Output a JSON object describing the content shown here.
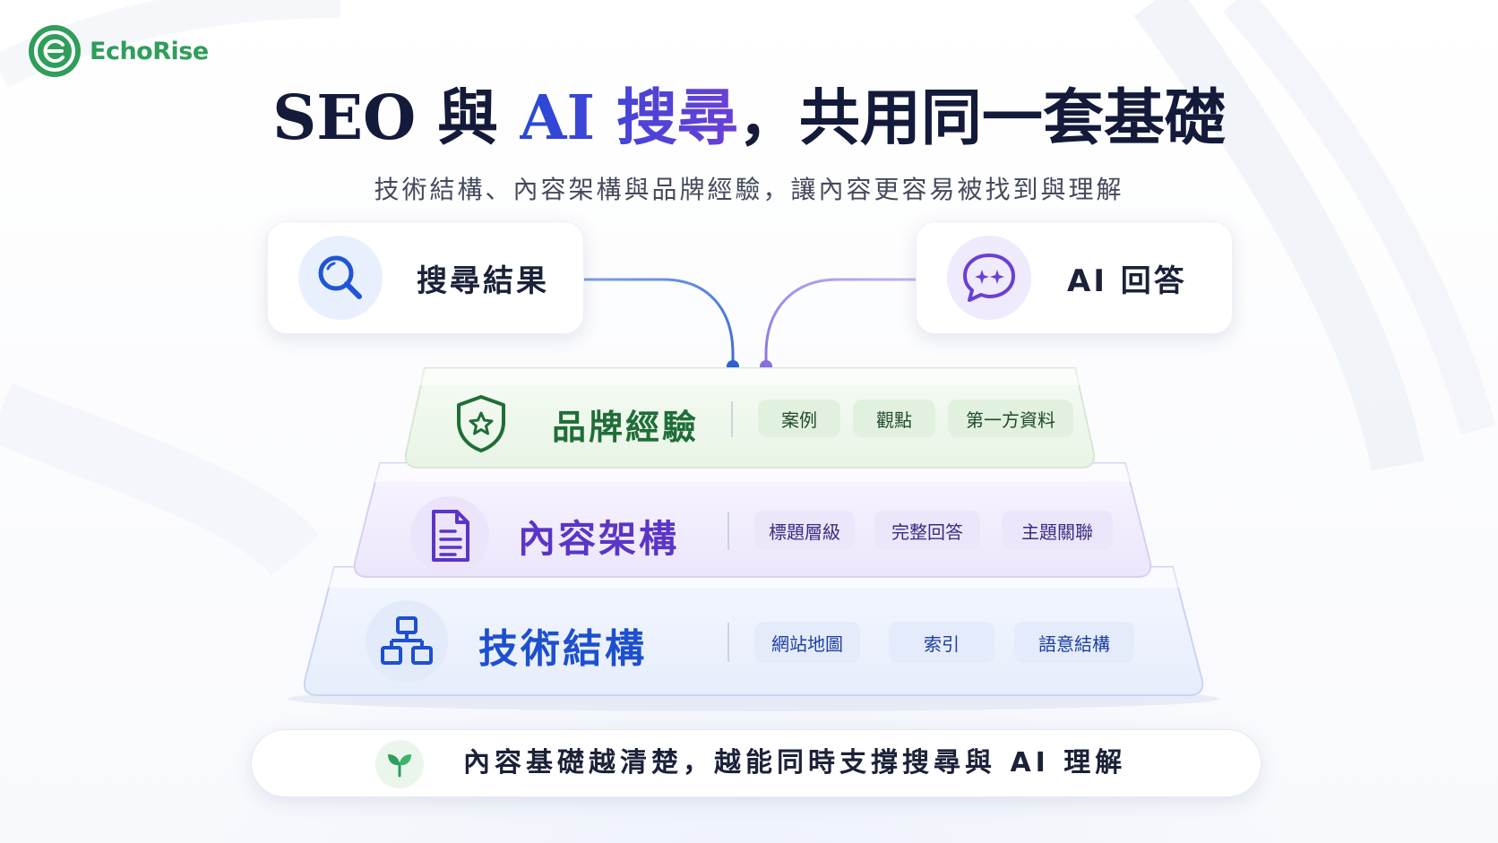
{
  "brand": {
    "name": "EchoRise",
    "color": "#2f9e5a"
  },
  "headline": {
    "part1": "SEO 與 ",
    "accent": "AI 搜尋",
    "part2": "，共用同一套基礎"
  },
  "subtitle": "技術結構、內容架構與品牌經驗，讓內容更容易被找到與理解",
  "outputs": {
    "search": {
      "label": "搜尋結果",
      "icon": "search-icon",
      "color": "#1f55d6"
    },
    "ai": {
      "label": "AI 回答",
      "icon": "ai-chat-sparkle-icon",
      "color": "#6a3fd6"
    }
  },
  "layers": {
    "brand": {
      "title": "品牌經驗",
      "icon": "shield-star-icon",
      "color": "#1f6e37",
      "tags": [
        "案例",
        "觀點",
        "第一方資料"
      ]
    },
    "content": {
      "title": "內容架構",
      "icon": "document-icon",
      "color": "#5b34c8",
      "tags": [
        "標題層級",
        "完整回答",
        "主題關聯"
      ]
    },
    "tech": {
      "title": "技術結構",
      "icon": "sitemap-icon",
      "color": "#1d4fd0",
      "tags": [
        "網站地圖",
        "索引",
        "語意結構"
      ]
    }
  },
  "footer": {
    "text": "內容基礎越清楚，越能同時支撐搜尋與 AI 理解",
    "icon": "sprout-icon",
    "color": "#2f9e5a"
  }
}
